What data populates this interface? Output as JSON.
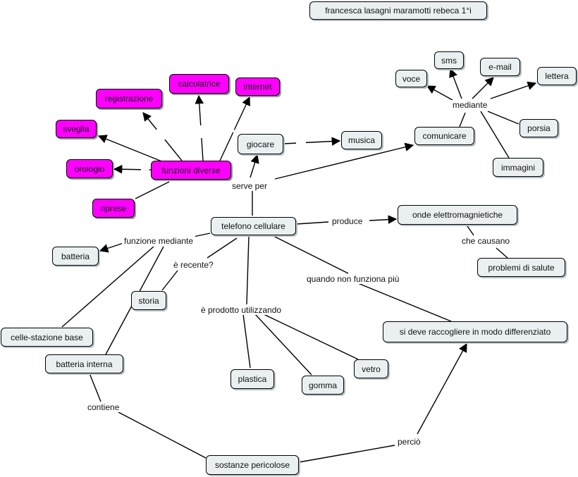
{
  "title_box": "francesca lasagni maramotti rebeca 1°i",
  "nodes": {
    "telefono": "telefono cellulare",
    "funzioni": "funzioni diverse",
    "registrazione": "registrazione",
    "calcolatrice": "calcolatrice",
    "internet": "internet",
    "sveglia": "sveglia",
    "orologio": "orologio",
    "riprese": "riprese",
    "giocare": "giocare",
    "musica": "musica",
    "comunicare": "comunicare",
    "voce": "voce",
    "sms": "sms",
    "email": "e-mail",
    "lettera": "lettera",
    "porsia": "porsia",
    "immagini": "immagini",
    "onde": "onde  elettromagnietiche",
    "problemi": "problemi di salute",
    "batteria": "batteria",
    "celle": "celle-stazione base",
    "batteria_interna": "batteria interna",
    "storia": "storia",
    "plastica": "plastica",
    "gomma": "gomma",
    "vetro": "vetro",
    "raccogliere": "si deve raccogliere in modo differenziato",
    "sostanze": "sostanze pericolose"
  },
  "links": {
    "serve_per": "serve per",
    "mediante": "mediante",
    "produce": "produce",
    "che_causano": "che causano",
    "funzione_mediante": "funzione mediante",
    "e_recente": "è recente?",
    "quando": "quando non funziona più",
    "prodotto": "è prodotto utilizzando",
    "contiene": "contiene",
    "percio": "perciò"
  },
  "colors": {
    "node_fill": "#eaf0f2",
    "highlight_fill": "#ff00ff",
    "line": "#000000"
  }
}
